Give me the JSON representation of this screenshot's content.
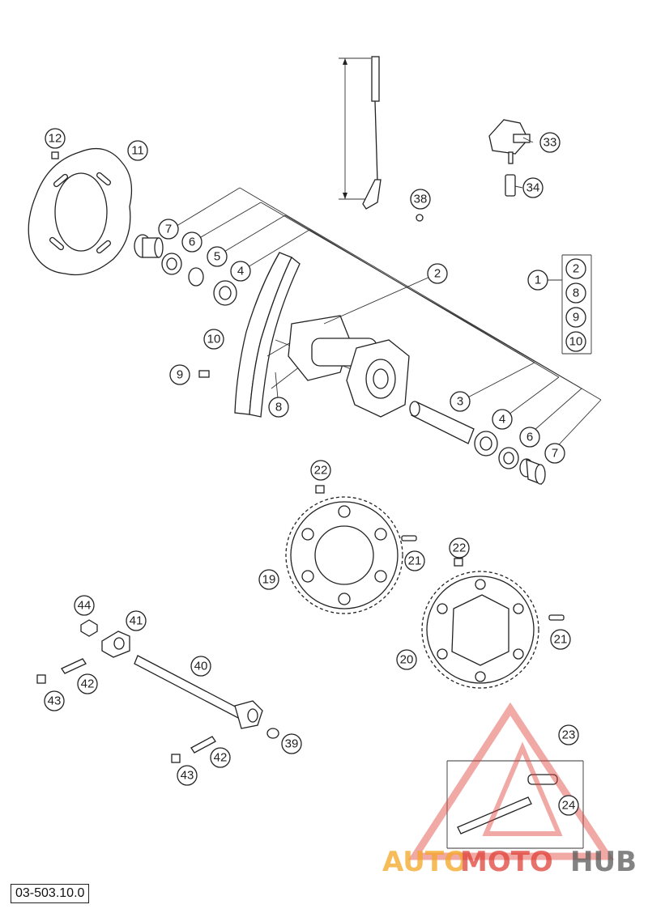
{
  "document_number": "03-503.10.0",
  "watermark": {
    "part1": "AUTO",
    "part2": "MOTO",
    "part3": "HUB",
    "colors": {
      "orange": "#f5a623",
      "red": "#e0423a",
      "gray": "#5a5a5a"
    }
  },
  "callouts": {
    "c1": "1",
    "c2a": "2",
    "c2b": "2",
    "c3": "3",
    "c4a": "4",
    "c4b": "4",
    "c5": "5",
    "c6a": "6",
    "c6b": "6",
    "c7a": "7",
    "c7b": "7",
    "c8a": "8",
    "c8b": "8",
    "c9a": "9",
    "c9b": "9",
    "c10a": "10",
    "c10b": "10",
    "c11": "11",
    "c12": "12",
    "c19": "19",
    "c20": "20",
    "c21a": "21",
    "c21b": "21",
    "c22a": "22",
    "c22b": "22",
    "c23": "23",
    "c24": "24",
    "c33": "33",
    "c34": "34",
    "c38": "38",
    "c39": "39",
    "c40": "40",
    "c41": "41",
    "c42a": "42",
    "c42b": "42",
    "c43a": "43",
    "c43b": "43",
    "c44": "44"
  }
}
